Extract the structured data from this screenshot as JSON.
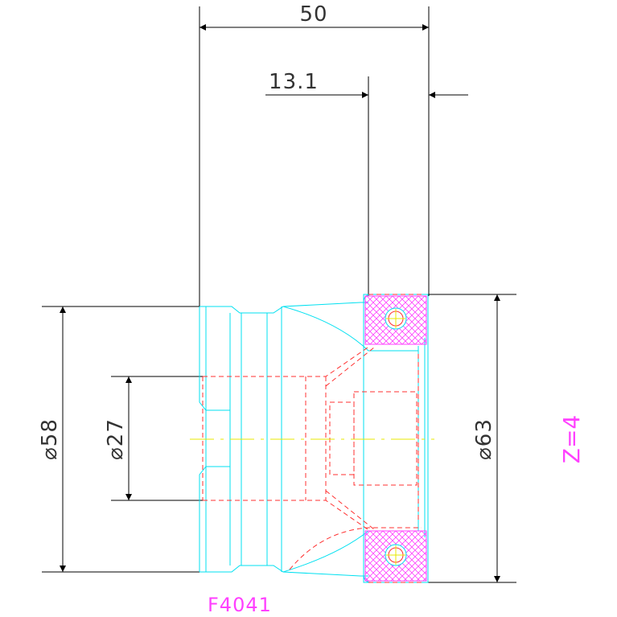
{
  "dimensions": {
    "overall_length": "50",
    "flange_thickness": "13.1",
    "bore_diameter": "⌀58",
    "inner_diameter": "⌀27",
    "outer_diameter": "⌀63"
  },
  "note_teeth": "Z=4",
  "part_number": "F4041",
  "colors": {
    "dimension": "#000000",
    "outline": "#00e0f0",
    "hidden": "#ff3030",
    "center": "#e8e800",
    "hatch": "#ff40ff",
    "label": "#ff40ff"
  }
}
